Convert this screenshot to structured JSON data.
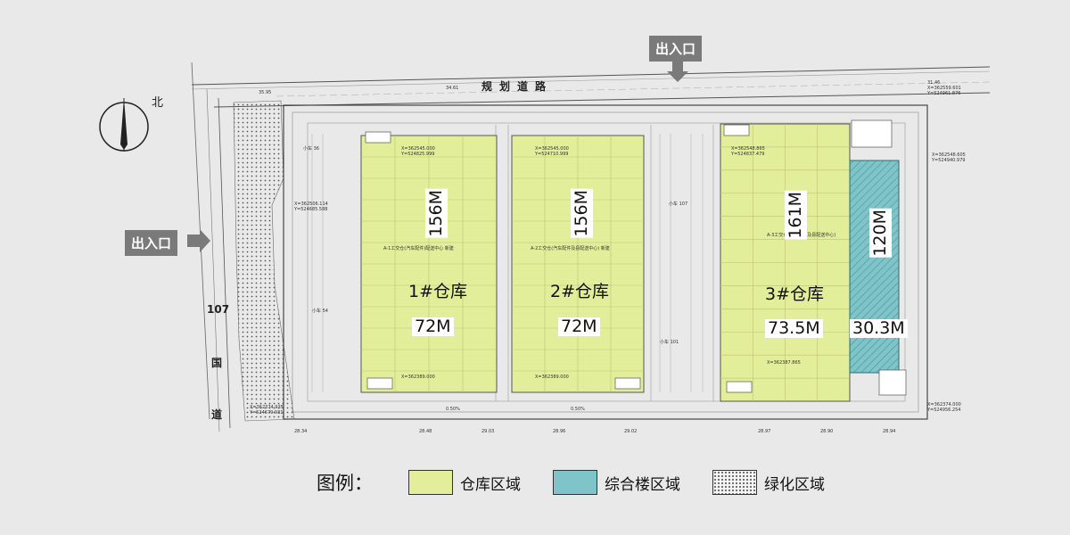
{
  "entrance_top": "出入口",
  "entrance_left": "出入口",
  "road_top": "规划道路",
  "national_road": [
    "107",
    "国",
    "道"
  ],
  "north_label": "北",
  "warehouses": [
    {
      "name": "1#仓库",
      "length": "156M",
      "width": "72M"
    },
    {
      "name": "2#仓库",
      "length": "156M",
      "width": "72M"
    },
    {
      "name": "3#仓库",
      "length": "161M",
      "width": "73.5M"
    }
  ],
  "office": {
    "length": "120M",
    "width": "30.3M"
  },
  "legend": {
    "title": "图例：",
    "items": [
      {
        "label": "仓库区域",
        "color": "#e3ee9a"
      },
      {
        "label": "综合楼区域",
        "color": "#7ec4c8"
      },
      {
        "label": "绿化区域",
        "pattern": "dotted"
      }
    ]
  },
  "colors": {
    "warehouse": "#e3ee9a",
    "office": "#7ec4c8",
    "background": "#e9e9e9"
  }
}
